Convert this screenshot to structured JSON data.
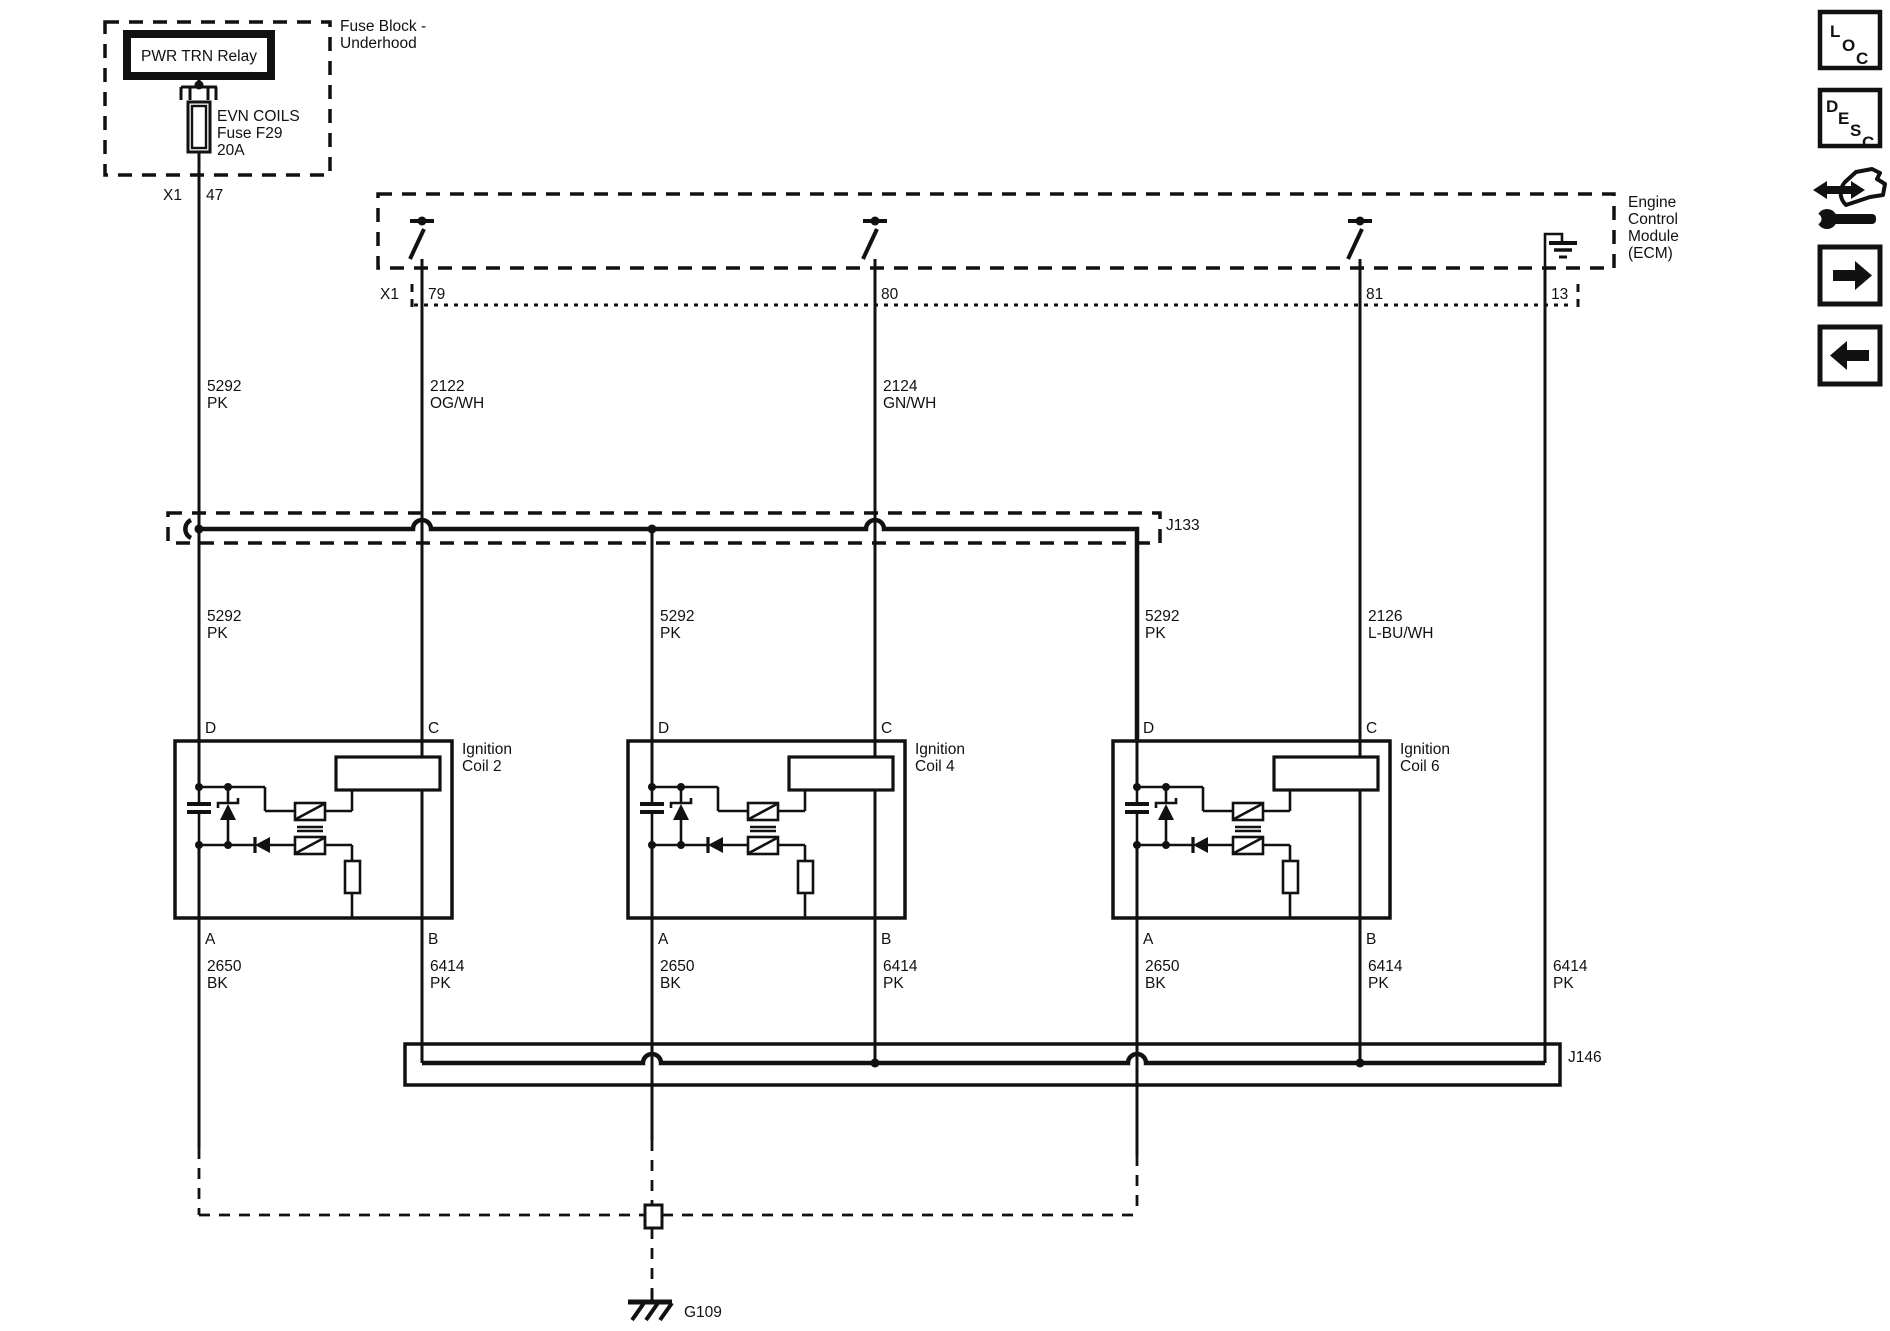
{
  "colors": {
    "ink": "#111111",
    "paper": "#ffffff"
  },
  "fuse_block": {
    "title_line1": "Fuse Block -",
    "title_line2": "Underhood",
    "relay": "PWR TRN Relay",
    "fuse_line1": "EVN COILS",
    "fuse_line2": "Fuse F29",
    "fuse_line3": "20A",
    "connector": "X1",
    "pin": "47"
  },
  "ecm": {
    "name_line1": "Engine",
    "name_line2": "Control",
    "name_line3": "Module",
    "name_line4": "(ECM)",
    "connector": "X1",
    "pin_79": "79",
    "pin_80": "80",
    "pin_81": "81",
    "pin_13": "13"
  },
  "splices": {
    "j133": "J133",
    "j146": "J146"
  },
  "ground": {
    "name": "G109"
  },
  "coils": {
    "coil2_line1": "Ignition",
    "coil2_line2": "Coil 2",
    "coil4_line1": "Ignition",
    "coil4_line2": "Coil 4",
    "coil6_line1": "Ignition",
    "coil6_line2": "Coil 6",
    "pin_d": "D",
    "pin_c": "C",
    "pin_a": "A",
    "pin_b": "B"
  },
  "wire_labels": {
    "top_1": {
      "circuit": "5292",
      "color": "PK"
    },
    "top_2": {
      "circuit": "2122",
      "color": "OG/WH"
    },
    "top_3": {
      "circuit": "2124",
      "color": "GN/WH"
    },
    "mid_1": {
      "circuit": "5292",
      "color": "PK"
    },
    "mid_2": {
      "circuit": "5292",
      "color": "PK"
    },
    "mid_3": {
      "circuit": "5292",
      "color": "PK"
    },
    "mid_4": {
      "circuit": "2126",
      "color": "L-BU/WH"
    },
    "bot_1": {
      "circuit": "2650",
      "color": "BK"
    },
    "bot_2": {
      "circuit": "6414",
      "color": "PK"
    },
    "bot_3": {
      "circuit": "2650",
      "color": "BK"
    },
    "bot_4": {
      "circuit": "6414",
      "color": "PK"
    },
    "bot_5": {
      "circuit": "2650",
      "color": "BK"
    },
    "bot_6": {
      "circuit": "6414",
      "color": "PK"
    },
    "bot_7": {
      "circuit": "6414",
      "color": "PK"
    }
  },
  "sidebar": {
    "loc": {
      "l1": "L",
      "l2": "O",
      "l3": "C"
    },
    "desc": {
      "l1": "D",
      "l2": "E",
      "l3": "S",
      "l4": "C"
    }
  }
}
